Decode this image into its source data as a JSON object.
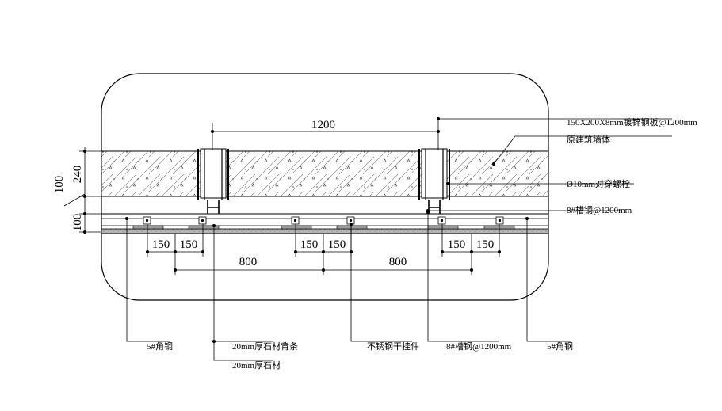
{
  "dimensions": {
    "top_span": "1200",
    "wall_thickness": "240",
    "left_outer": "100",
    "left_lower": "100",
    "bracket_spacing": [
      "150",
      "150",
      "150",
      "150",
      "150",
      "150"
    ],
    "span_left": "800",
    "span_right": "800"
  },
  "labels": {
    "galvanized_plate": "150X200X8mm镀锌钢板@1200mm",
    "original_wall": "原建筑墙体",
    "bolt": "Ø10mm对穿螺栓",
    "channel_top": "8#槽钢@1200mm",
    "angle_left": "5#角钢",
    "stone_back_strip": "20mm厚石材背条",
    "stone": "20mm厚石材",
    "pendant": "不锈钢干挂件",
    "channel_bottom": "8#槽钢@1200mm",
    "angle_right": "5#角钢"
  },
  "colors": {
    "line": "#000000",
    "hatch": "#555555",
    "stone": "#9a9a9a"
  }
}
